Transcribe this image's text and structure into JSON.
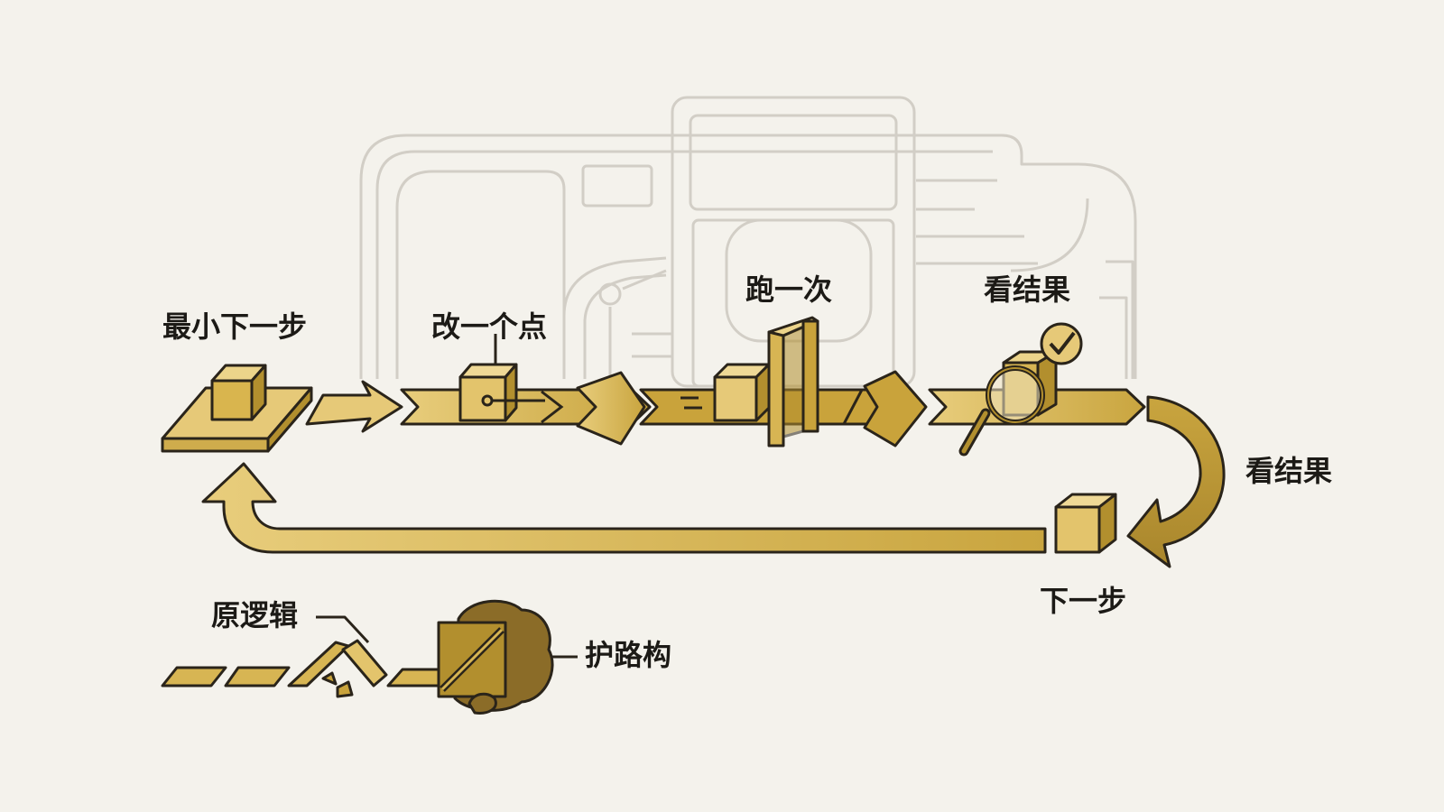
{
  "diagram": {
    "labels": {
      "smallest_step": "最小下一步",
      "change_one_point": "改一个点",
      "run_once": "跑一次",
      "see_result_top": "看结果",
      "see_result_side": "看结果",
      "next_step": "下一步",
      "original_logic": "原逻辑",
      "guard_structure": "护路构"
    },
    "icons": {
      "background": "machine-outline",
      "start": "cube-on-platform",
      "change": "cube-with-pointer",
      "run": "cube-through-gate",
      "check": "magnifier-with-check",
      "next": "cube",
      "broken": "broken-road-segments",
      "guard": "boulder-block"
    },
    "colors": {
      "background": "#f4f2ec",
      "gold_light": "#e6c978",
      "gold": "#d7b553",
      "gold_dark": "#b28f2e",
      "stroke": "#2a241a",
      "machine_outline": "#cfcbc3",
      "text": "#1c1a16"
    }
  }
}
